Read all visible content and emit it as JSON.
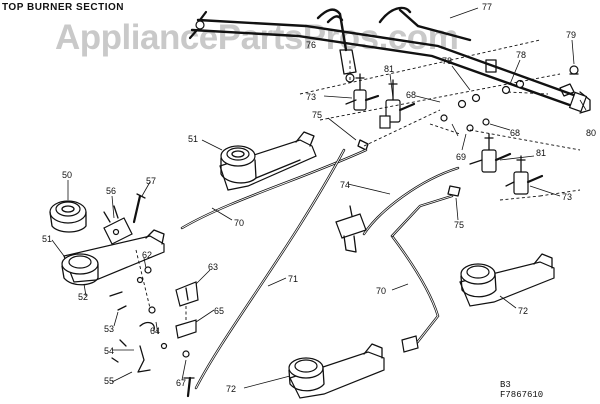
{
  "title": "TOP BURNER SECTION",
  "watermark": "AppliancePartsPros.com",
  "footer": {
    "group": "B3",
    "drawing": "F7867610"
  },
  "callouts": [
    "77",
    "79",
    "78",
    "78",
    "81",
    "73",
    "68",
    "75",
    "68",
    "69",
    "74",
    "81",
    "73",
    "75",
    "51",
    "70",
    "50",
    "56",
    "57",
    "51",
    "52",
    "62",
    "63",
    "53",
    "64",
    "65",
    "54",
    "55",
    "67",
    "71",
    "70",
    "72",
    "72",
    "76",
    "80"
  ]
}
